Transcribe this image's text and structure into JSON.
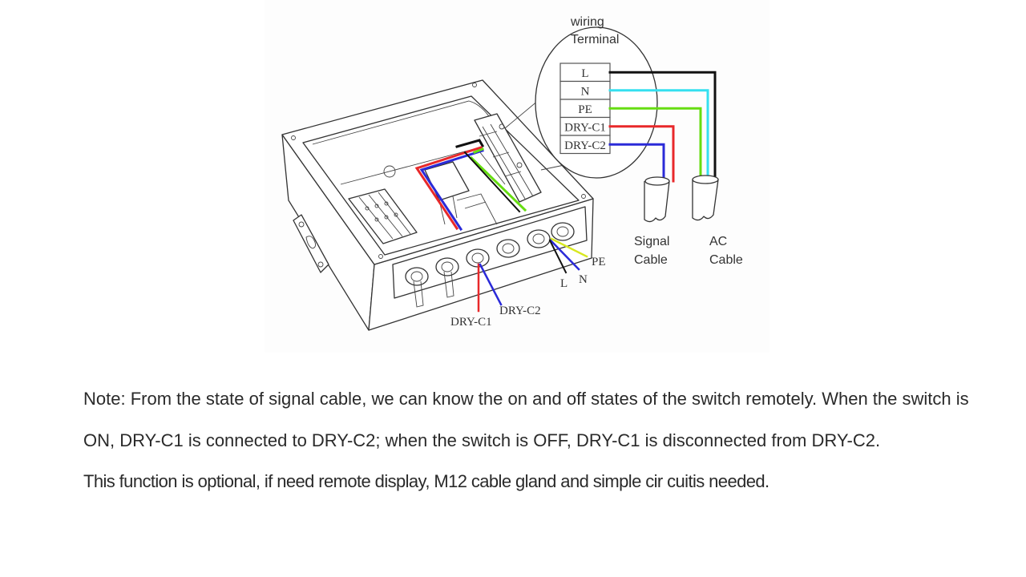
{
  "diagram": {
    "callout_title_line1": "wiring",
    "callout_title_line2": "Terminal",
    "terminals": [
      {
        "label": "L",
        "wire_color": "#111111"
      },
      {
        "label": "N",
        "wire_color": "#35e0f0"
      },
      {
        "label": "PE",
        "wire_color": "#66dd11"
      },
      {
        "label": "DRY-C1",
        "wire_color": "#e8282a"
      },
      {
        "label": "DRY-C2",
        "wire_color": "#2a2ad8"
      }
    ],
    "cables": {
      "signal_line1": "Signal",
      "signal_line2": "Cable",
      "ac_line1": "AC",
      "ac_line2": "Cable"
    },
    "gland_labels": {
      "pe": "PE",
      "n": "N",
      "l": "L",
      "dry_c1": "DRY-C1",
      "dry_c2": "DRY-C2"
    },
    "pe_wire_yellow": "#d8e820"
  },
  "note": {
    "paragraph1": "Note: From the state of signal cable, we can know the on and off states of the switch remotely. When the switch is ON, DRY-C1 is connected to DRY-C2; when the switch is OFF, DRY-C1 is disconnected from DRY-C2.",
    "paragraph2": "This function is optional, if need remote display, M12 cable gland and simple cir cuitis needed."
  }
}
